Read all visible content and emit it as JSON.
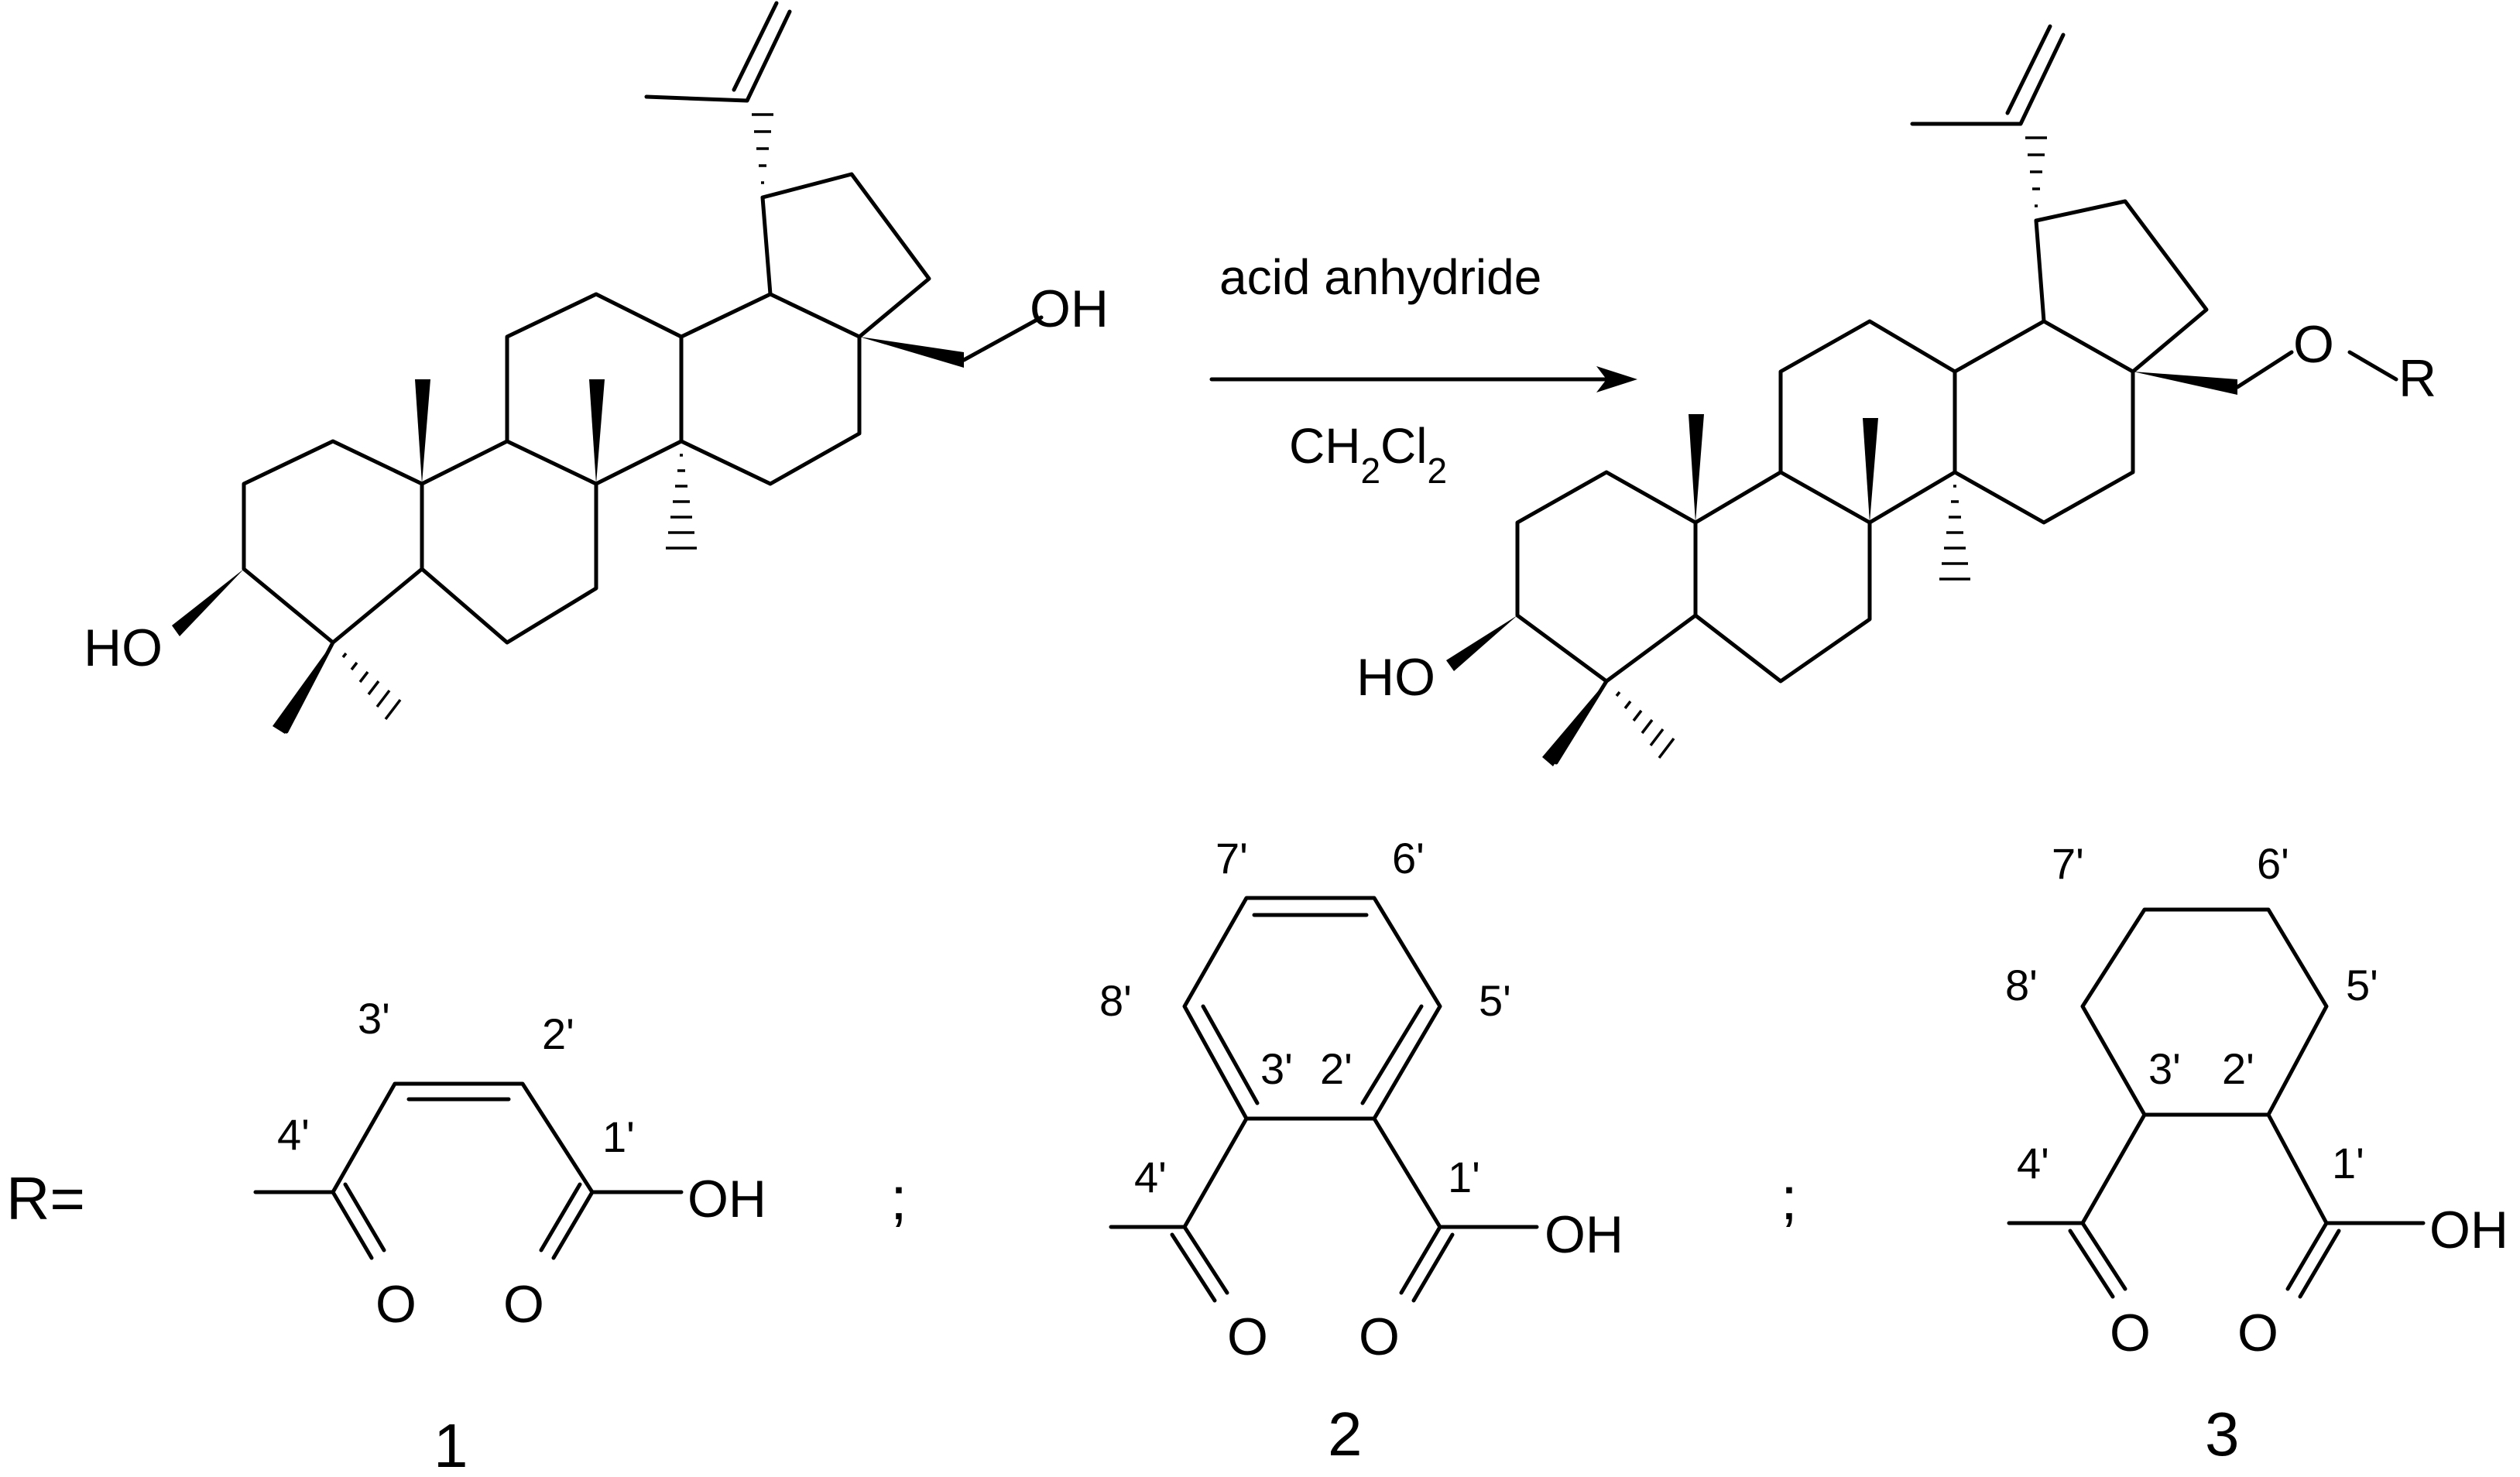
{
  "reaction": {
    "reagent": "acid anhydride",
    "solvent_parts": [
      "CH",
      "2",
      "Cl",
      "2"
    ]
  },
  "starting_material": {
    "oh_top": "OH",
    "oh_left": "HO"
  },
  "product": {
    "o": "O",
    "r": "R",
    "oh_left": "HO"
  },
  "r_definition": {
    "label": "R=",
    "separator": ";",
    "substituents": [
      {
        "compound": "1",
        "o_left": "O",
        "o_right": "O",
        "oh": "OH",
        "positions": [
          "1'",
          "2'",
          "3'",
          "4'"
        ]
      },
      {
        "compound": "2",
        "o_left": "O",
        "o_right": "O",
        "oh": "OH",
        "positions": [
          "1'",
          "2'",
          "3'",
          "4'",
          "5'",
          "6'",
          "7'",
          "8'"
        ]
      },
      {
        "compound": "3",
        "o_left": "O",
        "o_right": "O",
        "oh": "OH",
        "positions": [
          "1'",
          "2'",
          "3'",
          "4'",
          "5'",
          "6'",
          "7'",
          "8'"
        ]
      }
    ]
  }
}
